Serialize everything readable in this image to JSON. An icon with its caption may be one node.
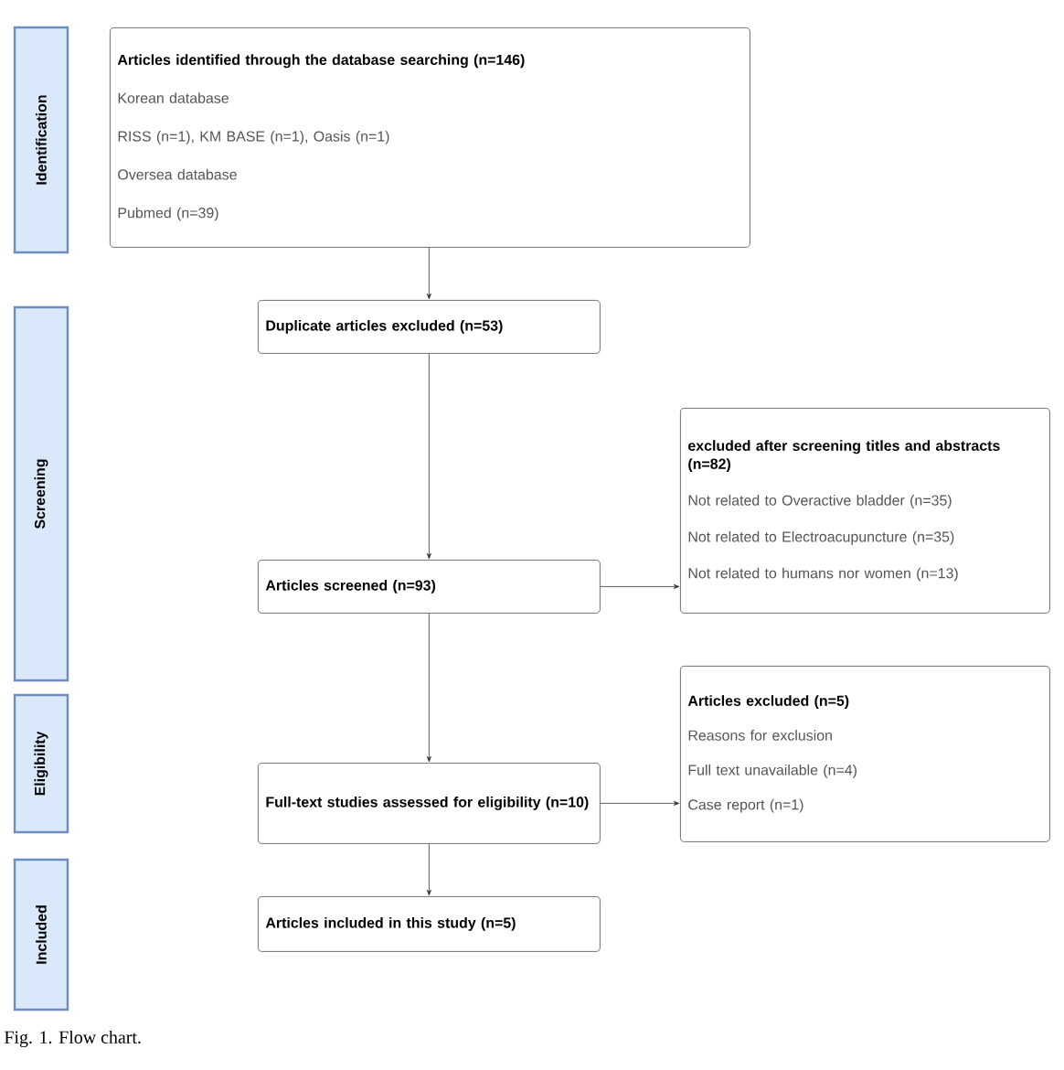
{
  "diagram": {
    "caption": "Fig. 1. Flow chart.",
    "nodes": [
      {
        "text": [
          "Identification"
        ]
      },
      {
        "text": [
          "Articles identified through the database searching (n=146)",
          "Korean database",
          "RISS (n=1), KM BASE (n=1), Oasis (n=1)",
          "Oversea database",
          "Pubmed (n=39)"
        ]
      },
      {
        "text": [
          "Screening"
        ]
      },
      {
        "text": [
          "Duplicate articles excluded (n=53)"
        ]
      },
      {
        "text": [
          "excluded after screening titles and abstracts (n=82)",
          "Not related to Overactive bladder (n=35)",
          "Not related to Electroacupuncture (n=35)",
          "Not related to humans nor women (n=13)"
        ]
      },
      {
        "text": [
          "Articles screened (n=93)"
        ]
      },
      {
        "text": [
          "Eligibility"
        ]
      },
      {
        "text": [
          "Articles excluded (n=5)",
          "Reasons for exclusion",
          "Full text unavailable (n=4)",
          "Case report (n=1)"
        ]
      },
      {
        "text": [
          "Full-text studies assessed for eligibility (n=10)"
        ]
      },
      {
        "text": [
          "Included"
        ]
      },
      {
        "text": [
          "Articles included in this study (n=5)"
        ]
      }
    ],
    "edges": [
      {
        "from": 1,
        "to": 3,
        "arrow": "to"
      },
      {
        "from": 3,
        "to": 5,
        "arrow": "to"
      },
      {
        "from": 5,
        "to": 4,
        "arrow": "to"
      },
      {
        "from": 5,
        "to": 8,
        "arrow": "to"
      },
      {
        "from": 8,
        "to": 7,
        "arrow": "to"
      },
      {
        "from": 8,
        "to": 10,
        "arrow": "to"
      }
    ]
  }
}
